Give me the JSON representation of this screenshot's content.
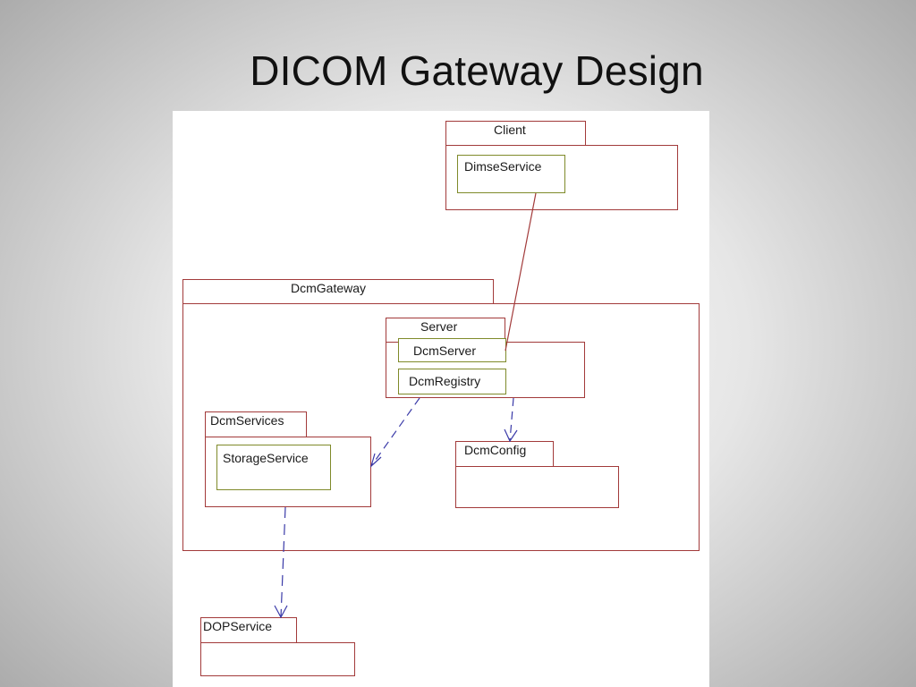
{
  "slide": {
    "title": "DICOM Gateway Design"
  },
  "diagram": {
    "packages": {
      "client": "Client",
      "dcm_gateway": "DcmGateway",
      "server": "Server",
      "dcm_services": "DcmServices",
      "dcm_config": "DcmConfig",
      "dop_service": "DOPService"
    },
    "classes": {
      "dimse_service": "DimseService",
      "dcm_server": "DcmServer",
      "dcm_registry": "DcmRegistry",
      "storage_service": "StorageService"
    },
    "colors": {
      "package_border": "#a23a3a",
      "class_border": "#7f8a2a",
      "association_line": "#a23a3a",
      "dependency_arrow": "#3a3aa8"
    }
  }
}
